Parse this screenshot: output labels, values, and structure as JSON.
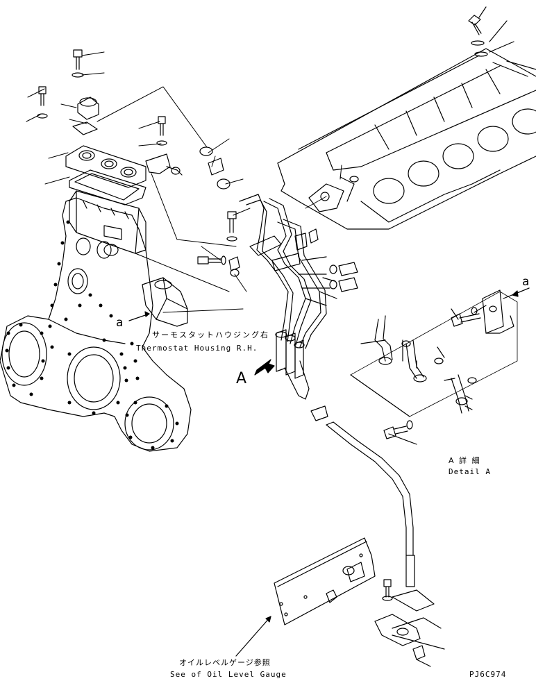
{
  "labels": {
    "thermostat_housing_jp": "サーモスタットハウジング右",
    "thermostat_housing_en": "Thermostat Housing R.H.",
    "detail_a_jp": "A 詳 細",
    "detail_a_en": "Detail A",
    "oil_gauge_jp": "オイルレベルゲージ参照",
    "oil_gauge_en": "See of Oil Level Gauge",
    "view_marker": "A",
    "ref_a_left": "a",
    "ref_a_right": "a",
    "drawing_code": "PJ6C974"
  }
}
